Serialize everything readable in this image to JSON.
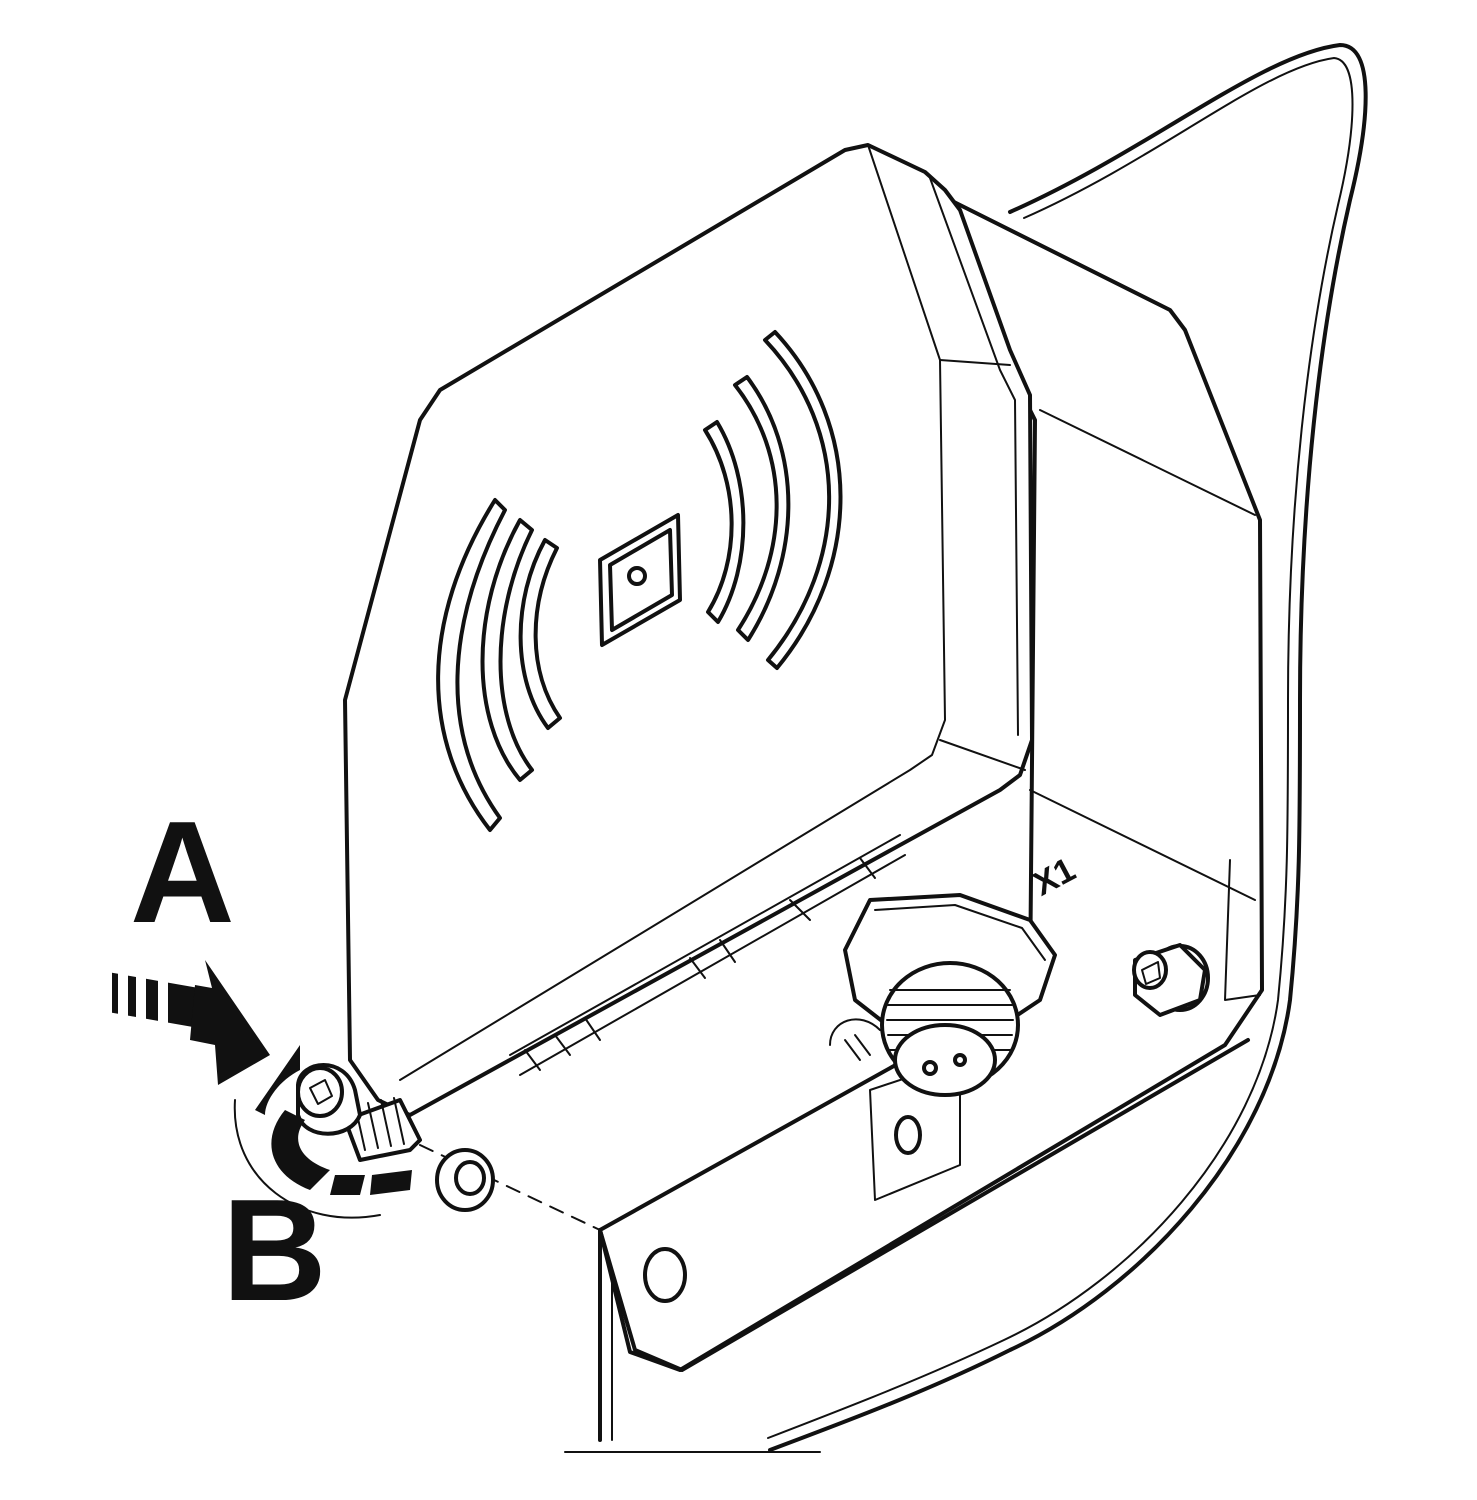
{
  "labels": {
    "step_a": "A",
    "step_b": "B",
    "connector": "X1"
  },
  "icons": {
    "brand_logo": "manufacturer-logo",
    "ground": "ground-symbol",
    "wave": "rfid-wave-icon"
  },
  "colors": {
    "line": "#111111",
    "background": "#ffffff"
  }
}
